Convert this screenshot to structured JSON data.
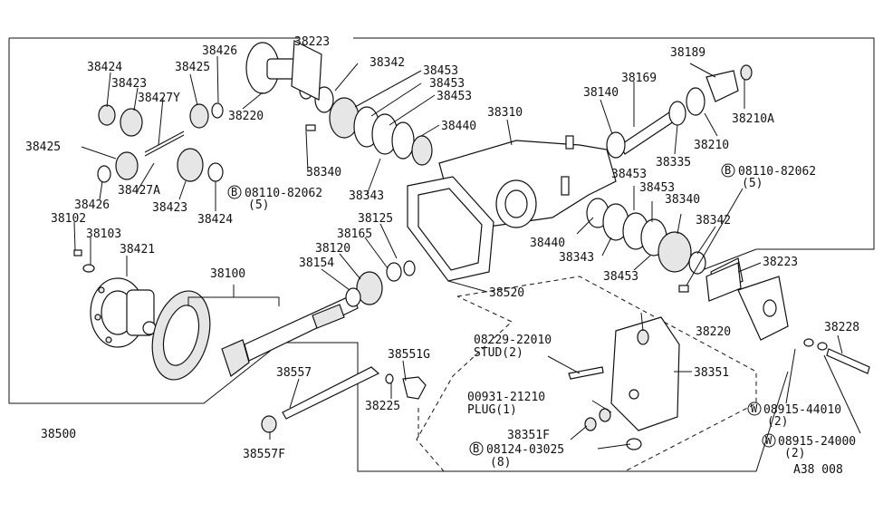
{
  "diagram": {
    "code": "A38  008",
    "labels": {
      "p38223a": "38223",
      "p38424a": "38424",
      "p38426a": "38426",
      "p38425a": "38425",
      "p38342a": "38342",
      "p38453a": "38453",
      "p38453b": "38453",
      "p38453c": "38453",
      "p38189": "38189",
      "p38423a": "38423",
      "p38427Y": "38427Y",
      "p38220a": "38220",
      "p38169": "38169",
      "p38140": "38140",
      "p38210A": "38210A",
      "p38310": "38310",
      "p38440a": "38440",
      "p38425b": "38425",
      "p38340a": "38340",
      "p38210": "38210",
      "p38335": "38335",
      "bolt08110a": "08110-82062",
      "bolt08110a_qty": "(5)",
      "p38427A": "38427A",
      "p38343a": "38343",
      "p38453d": "38453",
      "p38426b": "38426",
      "bolt08110b": "08110-82062",
      "bolt08110b_qty": "(5)",
      "p38453e": "38453",
      "p38340b": "38340",
      "p38423b": "38423",
      "p38424b": "38424",
      "p38102": "38102",
      "p38125": "38125",
      "p38342b": "38342",
      "p38103": "38103",
      "p38165": "38165",
      "p38440b": "38440",
      "p38421": "38421",
      "p38120": "38120",
      "p38343b": "38343",
      "p38223b": "38223",
      "p38154": "38154",
      "p38453f": "38453",
      "p38100": "38100",
      "p38520": "38520",
      "p38220b": "38220",
      "p38228": "38228",
      "stud_no": "08229-22010",
      "stud_desc": "STUD(2)",
      "p38551G": "38551G",
      "p38351": "38351",
      "p38557": "38557",
      "p38225": "38225",
      "plug_no": "00931-21210",
      "plug_desc": "PLUG(1)",
      "washer_a": "08915-44010",
      "washer_a_qty": "(2)",
      "p38500": "38500",
      "p38351F": "38351F",
      "washer_b": "08915-24000",
      "washer_b_qty": "(2)",
      "bolt08124": "08124-03025",
      "bolt08124_qty": "(8)",
      "p38557F": "38557F"
    },
    "markers": {
      "bolt_marker": "B",
      "washer_marker": "W"
    }
  }
}
